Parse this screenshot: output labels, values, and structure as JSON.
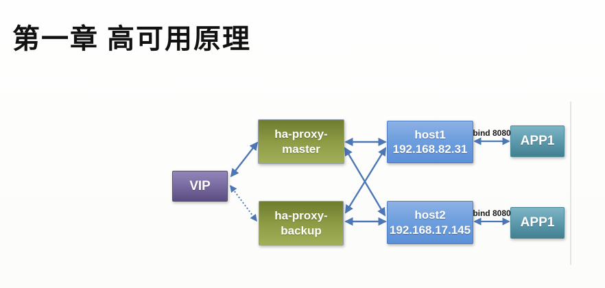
{
  "title": "第一章 高可用原理",
  "diagram": {
    "nodes": {
      "vip": {
        "label": "VIP"
      },
      "master": {
        "line1": "ha-proxy-",
        "line2": "master"
      },
      "backup": {
        "line1": "ha-proxy-",
        "line2": "backup"
      },
      "host1": {
        "line1": "host1",
        "line2": "192.168.82.31"
      },
      "host2": {
        "line1": "host2",
        "line2": "192.168.17.145"
      },
      "app1_top": {
        "label": "APP1"
      },
      "app1_bottom": {
        "label": "APP1"
      }
    },
    "edge_labels": {
      "bind_top": "bind 8080",
      "bind_bottom": "bind 8080"
    },
    "edges": [
      {
        "from": "vip",
        "to": "master",
        "style": "solid",
        "bidirectional": true
      },
      {
        "from": "vip",
        "to": "backup",
        "style": "dotted",
        "bidirectional": true
      },
      {
        "from": "master",
        "to": "host1",
        "style": "solid",
        "bidirectional": true
      },
      {
        "from": "master",
        "to": "host2",
        "style": "solid",
        "bidirectional": true
      },
      {
        "from": "backup",
        "to": "host1",
        "style": "solid",
        "bidirectional": true
      },
      {
        "from": "backup",
        "to": "host2",
        "style": "solid",
        "bidirectional": true
      },
      {
        "from": "host1",
        "to": "app1_top",
        "style": "solid",
        "bidirectional": true,
        "label": "bind 8080"
      },
      {
        "from": "host2",
        "to": "app1_bottom",
        "style": "solid",
        "bidirectional": true,
        "label": "bind 8080"
      }
    ],
    "colors": {
      "vip_box": "#6e6092",
      "proxy_box": "#8d9b45",
      "host_box": "#6f9fde",
      "app_box": "#5d9aae",
      "arrow": "#4c76b4",
      "label_text": "#151515",
      "title_text": "#111111"
    }
  }
}
